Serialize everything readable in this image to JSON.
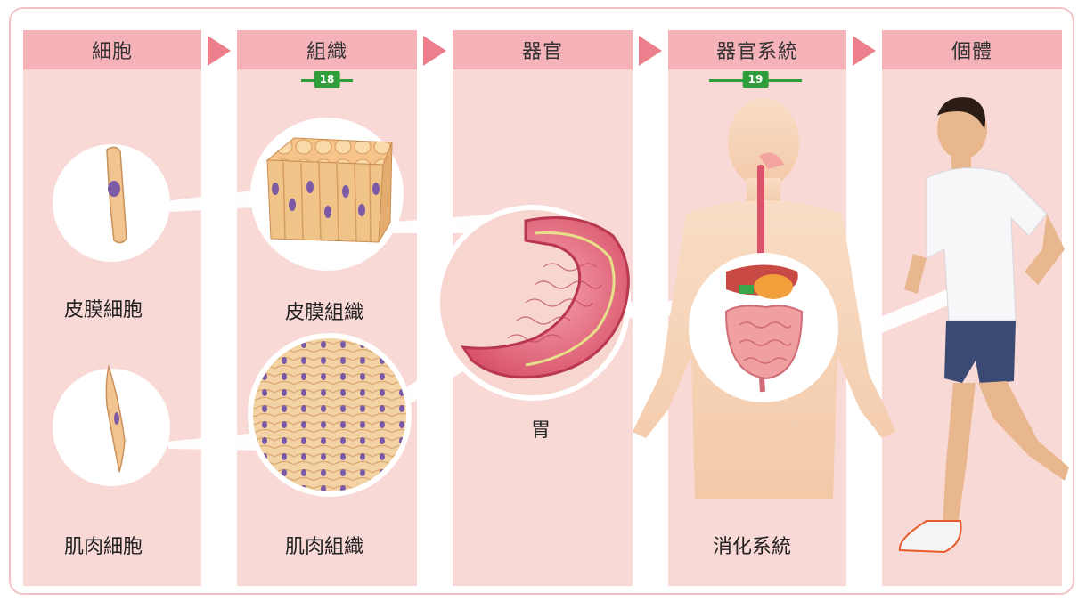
{
  "stages": [
    {
      "label": "細胞"
    },
    {
      "label": "組織",
      "ref": "18"
    },
    {
      "label": "器官"
    },
    {
      "label": "器官系統",
      "ref": "19"
    },
    {
      "label": "個體"
    }
  ],
  "labels": {
    "epithelial_cell": "皮膜細胞",
    "muscle_cell": "肌肉細胞",
    "epithelial_tissue": "皮膜組織",
    "muscle_tissue": "肌肉組織",
    "organ": "胃",
    "system": "消化系統"
  },
  "colors": {
    "column_bg": "#f9d9d6",
    "header_bg": "#f5b3b9",
    "arrow": "#ec7f8b",
    "ref_badge": "#2e9d3a"
  }
}
